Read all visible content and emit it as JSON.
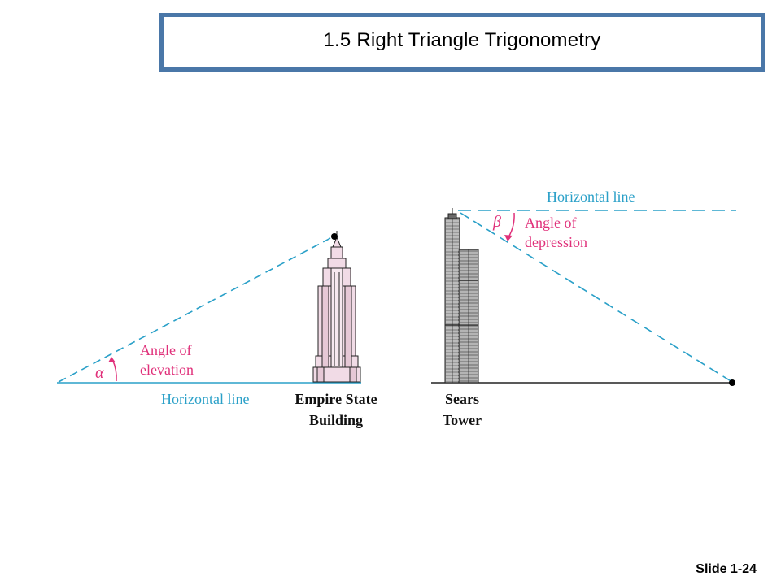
{
  "slide": {
    "title": "1.5  Right Triangle Trigonometry",
    "number": "Slide 1-24"
  },
  "left_figure": {
    "angle_symbol": "α",
    "angle_label_line1": "Angle of",
    "angle_label_line2": "elevation",
    "horizontal_label": "Horizontal line",
    "building_label_line1": "Empire State",
    "building_label_line2": "Building"
  },
  "right_figure": {
    "angle_symbol": "β",
    "angle_label_line1": "Angle of",
    "angle_label_line2": "depression",
    "horizontal_label": "Horizontal line",
    "building_label_line1": "Sears",
    "building_label_line2": "Tower"
  },
  "colors": {
    "frame": "#4a77a8",
    "horizontal": "#2aa0c8",
    "angle": "#e0307a"
  }
}
